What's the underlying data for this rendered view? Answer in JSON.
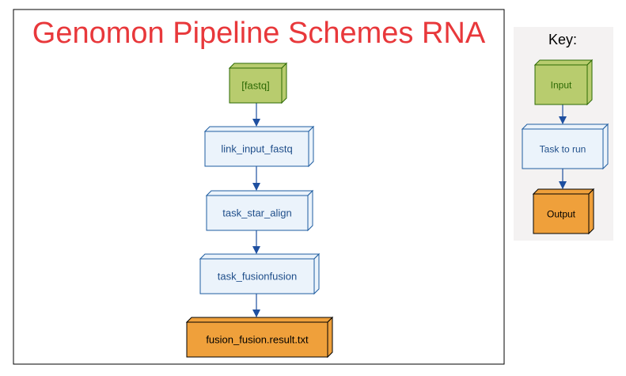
{
  "diagram": {
    "title": "Genomon Pipeline Schemes RNA",
    "nodes": [
      {
        "id": "fastq",
        "label": "[fastq]",
        "kind": "input"
      },
      {
        "id": "link_input_fastq",
        "label": "link_input_fastq",
        "kind": "task"
      },
      {
        "id": "task_star_align",
        "label": "task_star_align",
        "kind": "task"
      },
      {
        "id": "task_fusionfusion",
        "label": "task_fusionfusion",
        "kind": "task"
      },
      {
        "id": "fusion_result",
        "label": "fusion_fusion.result.txt",
        "kind": "output"
      }
    ],
    "edges": [
      {
        "from": "fastq",
        "to": "link_input_fastq"
      },
      {
        "from": "link_input_fastq",
        "to": "task_star_align"
      },
      {
        "from": "task_star_align",
        "to": "task_fusionfusion"
      },
      {
        "from": "task_fusionfusion",
        "to": "fusion_result"
      }
    ]
  },
  "key": {
    "title": "Key:",
    "items": [
      {
        "label": "Input",
        "kind": "input"
      },
      {
        "label": "Task to run",
        "kind": "task"
      },
      {
        "label": "Output",
        "kind": "output"
      }
    ]
  },
  "colors": {
    "title": "#e8383b",
    "frame": "#000000",
    "key_bg": "#f4f2f2",
    "input_fill": "#b8cc6e",
    "input_stroke": "#2d6a04",
    "input_text": "#2d6a04",
    "task_fill": "#ebf3fb",
    "task_stroke": "#1f5da0",
    "task_text": "#1f4e8a",
    "output_fill": "#efa03b",
    "output_stroke": "#000000",
    "output_text": "#000000",
    "edge": "#1e4fa0"
  }
}
